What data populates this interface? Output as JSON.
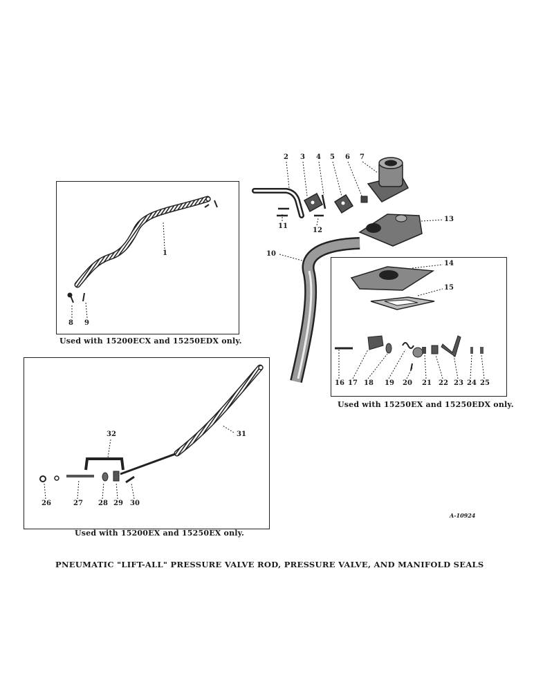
{
  "title": "PNEUMATIC \"LIFT-ALL\" PRESSURE VALVE ROD, PRESSURE VALVE, AND MANIFOLD SEALS",
  "figure_number": "A-10924",
  "panels": {
    "top_left": {
      "caption": "Used with 15200ECX and 15250EDX only."
    },
    "right": {
      "caption": "Used with 15250EX and 15250EDX only."
    },
    "bottom": {
      "caption": "Used with 15200EX and 15250EX only."
    }
  },
  "callouts": [
    "1",
    "2",
    "3",
    "4",
    "5",
    "6",
    "7",
    "8",
    "9",
    "10",
    "11",
    "12",
    "13",
    "14",
    "15",
    "16",
    "17",
    "18",
    "19",
    "20",
    "21",
    "22",
    "23",
    "24",
    "25",
    "26",
    "27",
    "28",
    "29",
    "30",
    "31",
    "32"
  ]
}
